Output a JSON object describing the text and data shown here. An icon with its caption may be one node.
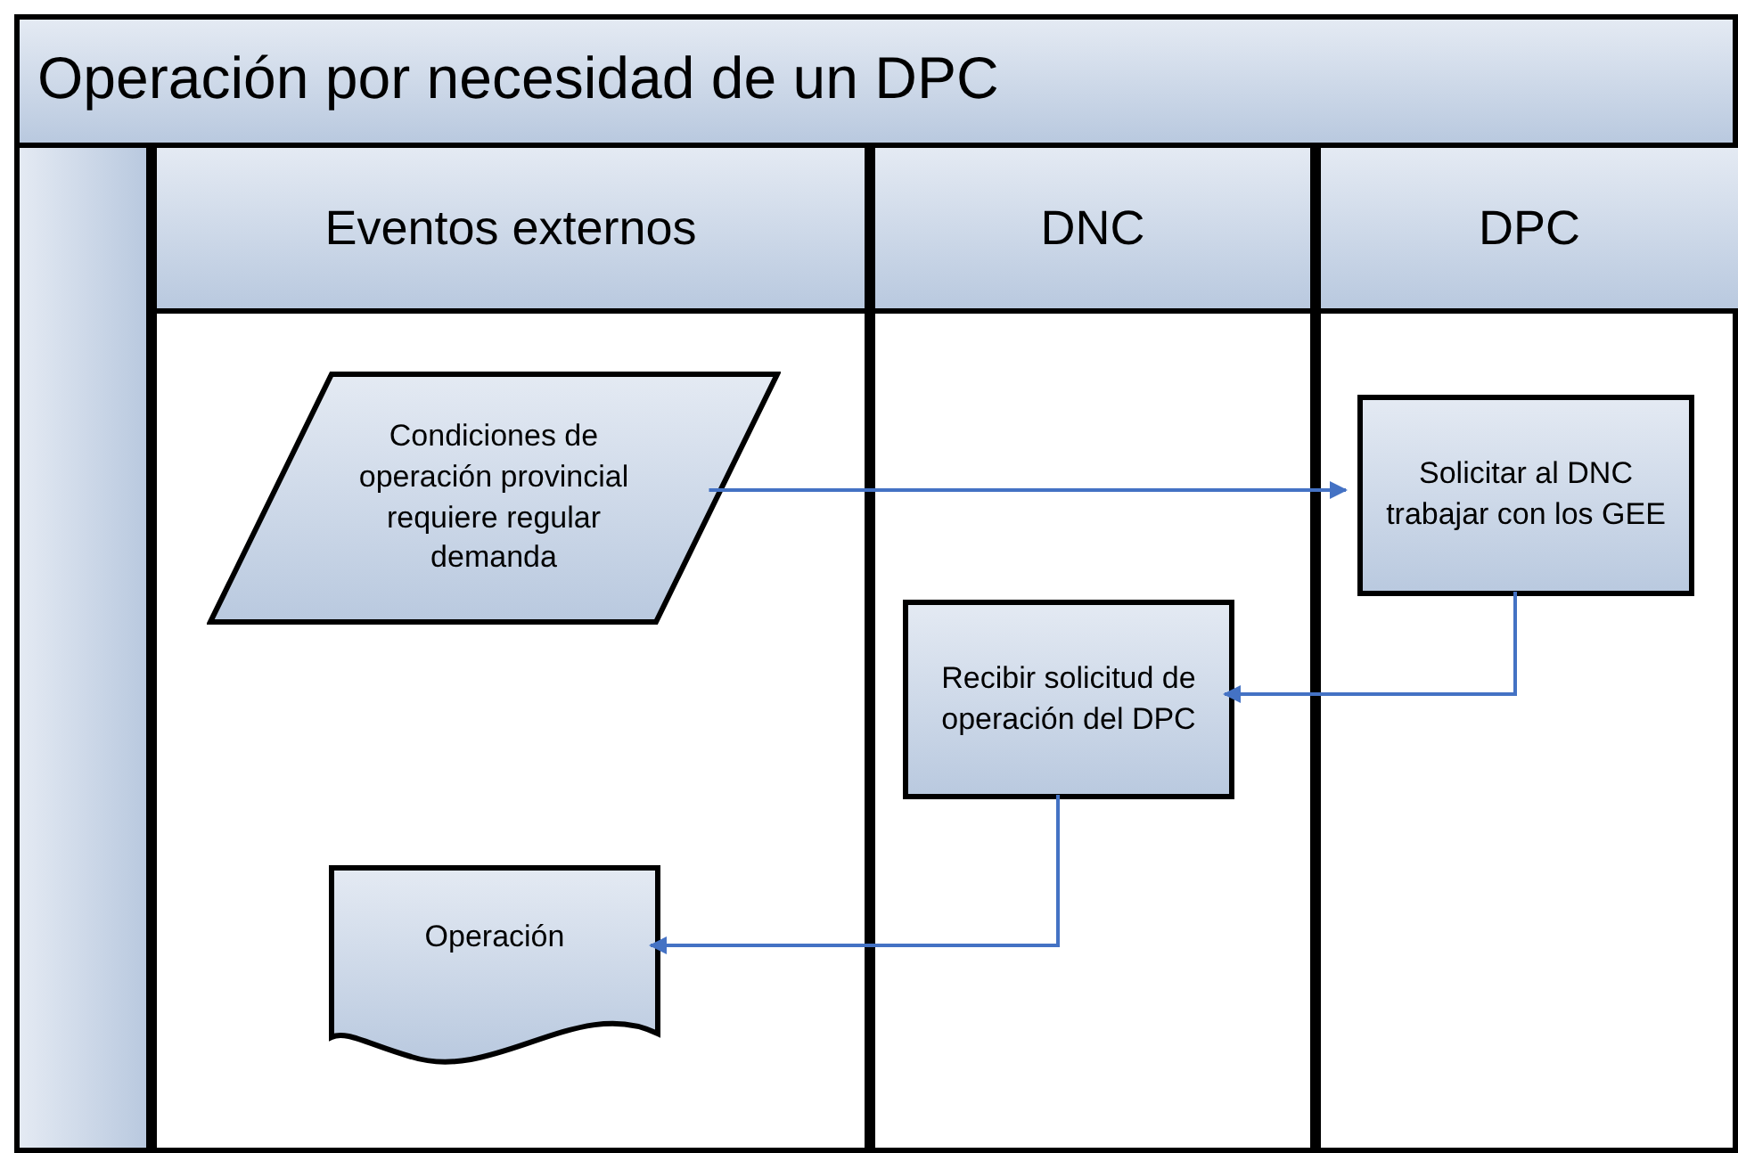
{
  "diagram": {
    "nodes": [
      {
        "text": [
          "Operación por necesidad de un DPC"
        ]
      },
      {
        "text": [
          "Eventos externos"
        ],
        "in": 0
      },
      {
        "text": [
          "DNC"
        ],
        "in": 0
      },
      {
        "text": [
          "DPC"
        ],
        "in": 0
      },
      {
        "text": [
          "Condiciones de operación provincial requiere regular demanda"
        ],
        "in": 1
      },
      {
        "text": [
          "Solicitar al DNC trabajar con los GEE"
        ],
        "in": 3
      },
      {
        "text": [
          "Recibir solicitud de operación del DPC"
        ],
        "in": 2
      },
      {
        "text": [
          "Operación"
        ],
        "in": 1
      }
    ],
    "edges": [
      {
        "from": 4,
        "to": 5,
        "arrow": "to"
      },
      {
        "from": 5,
        "to": 6,
        "arrow": "to"
      },
      {
        "from": 6,
        "to": 7,
        "arrow": "to"
      }
    ]
  }
}
